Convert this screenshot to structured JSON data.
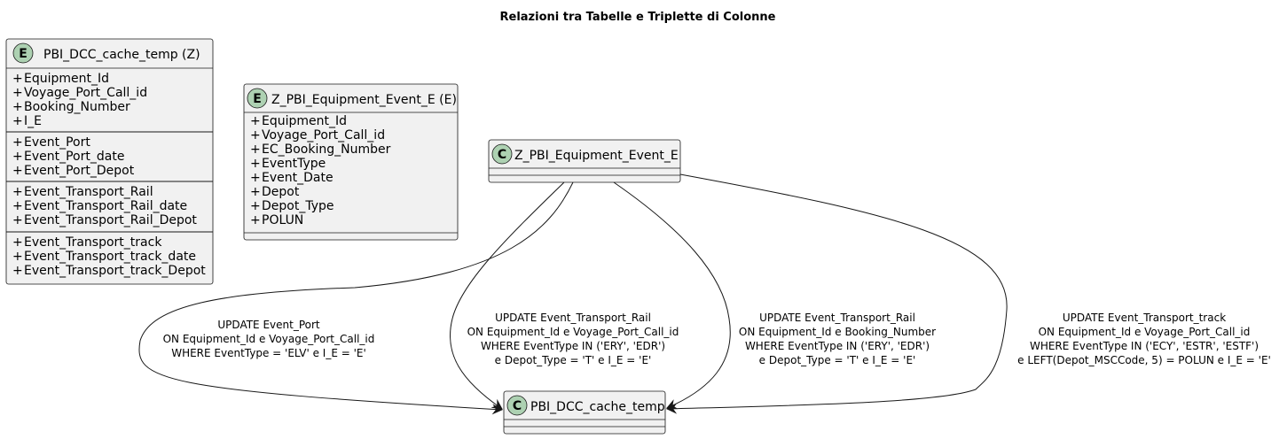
{
  "title": "Relazioni tra Tabelle e Triplette di Colonne",
  "colors": {
    "box_fill": "#f1f1f1",
    "box_stroke": "#181818",
    "badge_fill": "#a9dcdf",
    "badge_fill_class": "#add1b2",
    "line": "#181818",
    "visibility_marker": "#84be84"
  },
  "entities": [
    {
      "id": "pbi-dcc-cache-temp-entity",
      "badge": "E",
      "name": "PBI_DCC_cache_temp (Z)",
      "groups": [
        [
          "Equipment_Id",
          "Voyage_Port_Call_id",
          "Booking_Number",
          "I_E"
        ],
        [
          "Event_Port",
          "Event_Port_date",
          "Event_Port_Depot"
        ],
        [
          "Event_Transport_Rail",
          "Event_Transport_Rail_date",
          "Event_Transport_Rail_Depot"
        ],
        [
          "Event_Transport_track",
          "Event_Transport_track_date",
          "Event_Transport_track_Depot"
        ]
      ]
    },
    {
      "id": "z-pbi-equipment-event-e-entity",
      "badge": "E",
      "name": "Z_PBI_Equipment_Event_E (E)",
      "groups": [
        [
          "Equipment_Id",
          "Voyage_Port_Call_id",
          "EC_Booking_Number",
          "EventType",
          "Event_Date",
          "Depot",
          "Depot_Type",
          "POLUN"
        ]
      ]
    }
  ],
  "attr_marker": "+",
  "classes": [
    {
      "id": "z-pbi-equipment-event-e-class",
      "badge": "C",
      "name": "Z_PBI_Equipment_Event_E"
    },
    {
      "id": "pbi-dcc-cache-temp-class",
      "badge": "C",
      "name": "PBI_DCC_cache_temp"
    }
  ],
  "relations": [
    {
      "from": "Z_PBI_Equipment_Event_E",
      "to": "PBI_DCC_cache_temp",
      "label": [
        "UPDATE Event_Port",
        "ON Equipment_Id e Voyage_Port_Call_id",
        "WHERE EventType = 'ELV' e I_E = 'E'"
      ]
    },
    {
      "from": "Z_PBI_Equipment_Event_E",
      "to": "PBI_DCC_cache_temp",
      "label": [
        "UPDATE Event_Transport_Rail",
        "ON Equipment_Id e Voyage_Port_Call_id",
        "WHERE EventType IN ('ERY', 'EDR')",
        "e Depot_Type = 'T' e I_E = 'E'"
      ]
    },
    {
      "from": "Z_PBI_Equipment_Event_E",
      "to": "PBI_DCC_cache_temp",
      "label": [
        "UPDATE Event_Transport_Rail",
        "ON Equipment_Id e Booking_Number",
        "WHERE EventType IN ('ERY', 'EDR')",
        "e Depot_Type = 'T' e I_E = 'E'"
      ]
    },
    {
      "from": "Z_PBI_Equipment_Event_E",
      "to": "PBI_DCC_cache_temp",
      "label": [
        "UPDATE Event_Transport_track",
        "ON Equipment_Id e Voyage_Port_Call_id",
        "WHERE EventType IN ('ECY', 'ESTR', 'ESTF')",
        "e LEFT(Depot_MSCCode, 5) = POLUN e I_E = 'E'"
      ]
    }
  ]
}
